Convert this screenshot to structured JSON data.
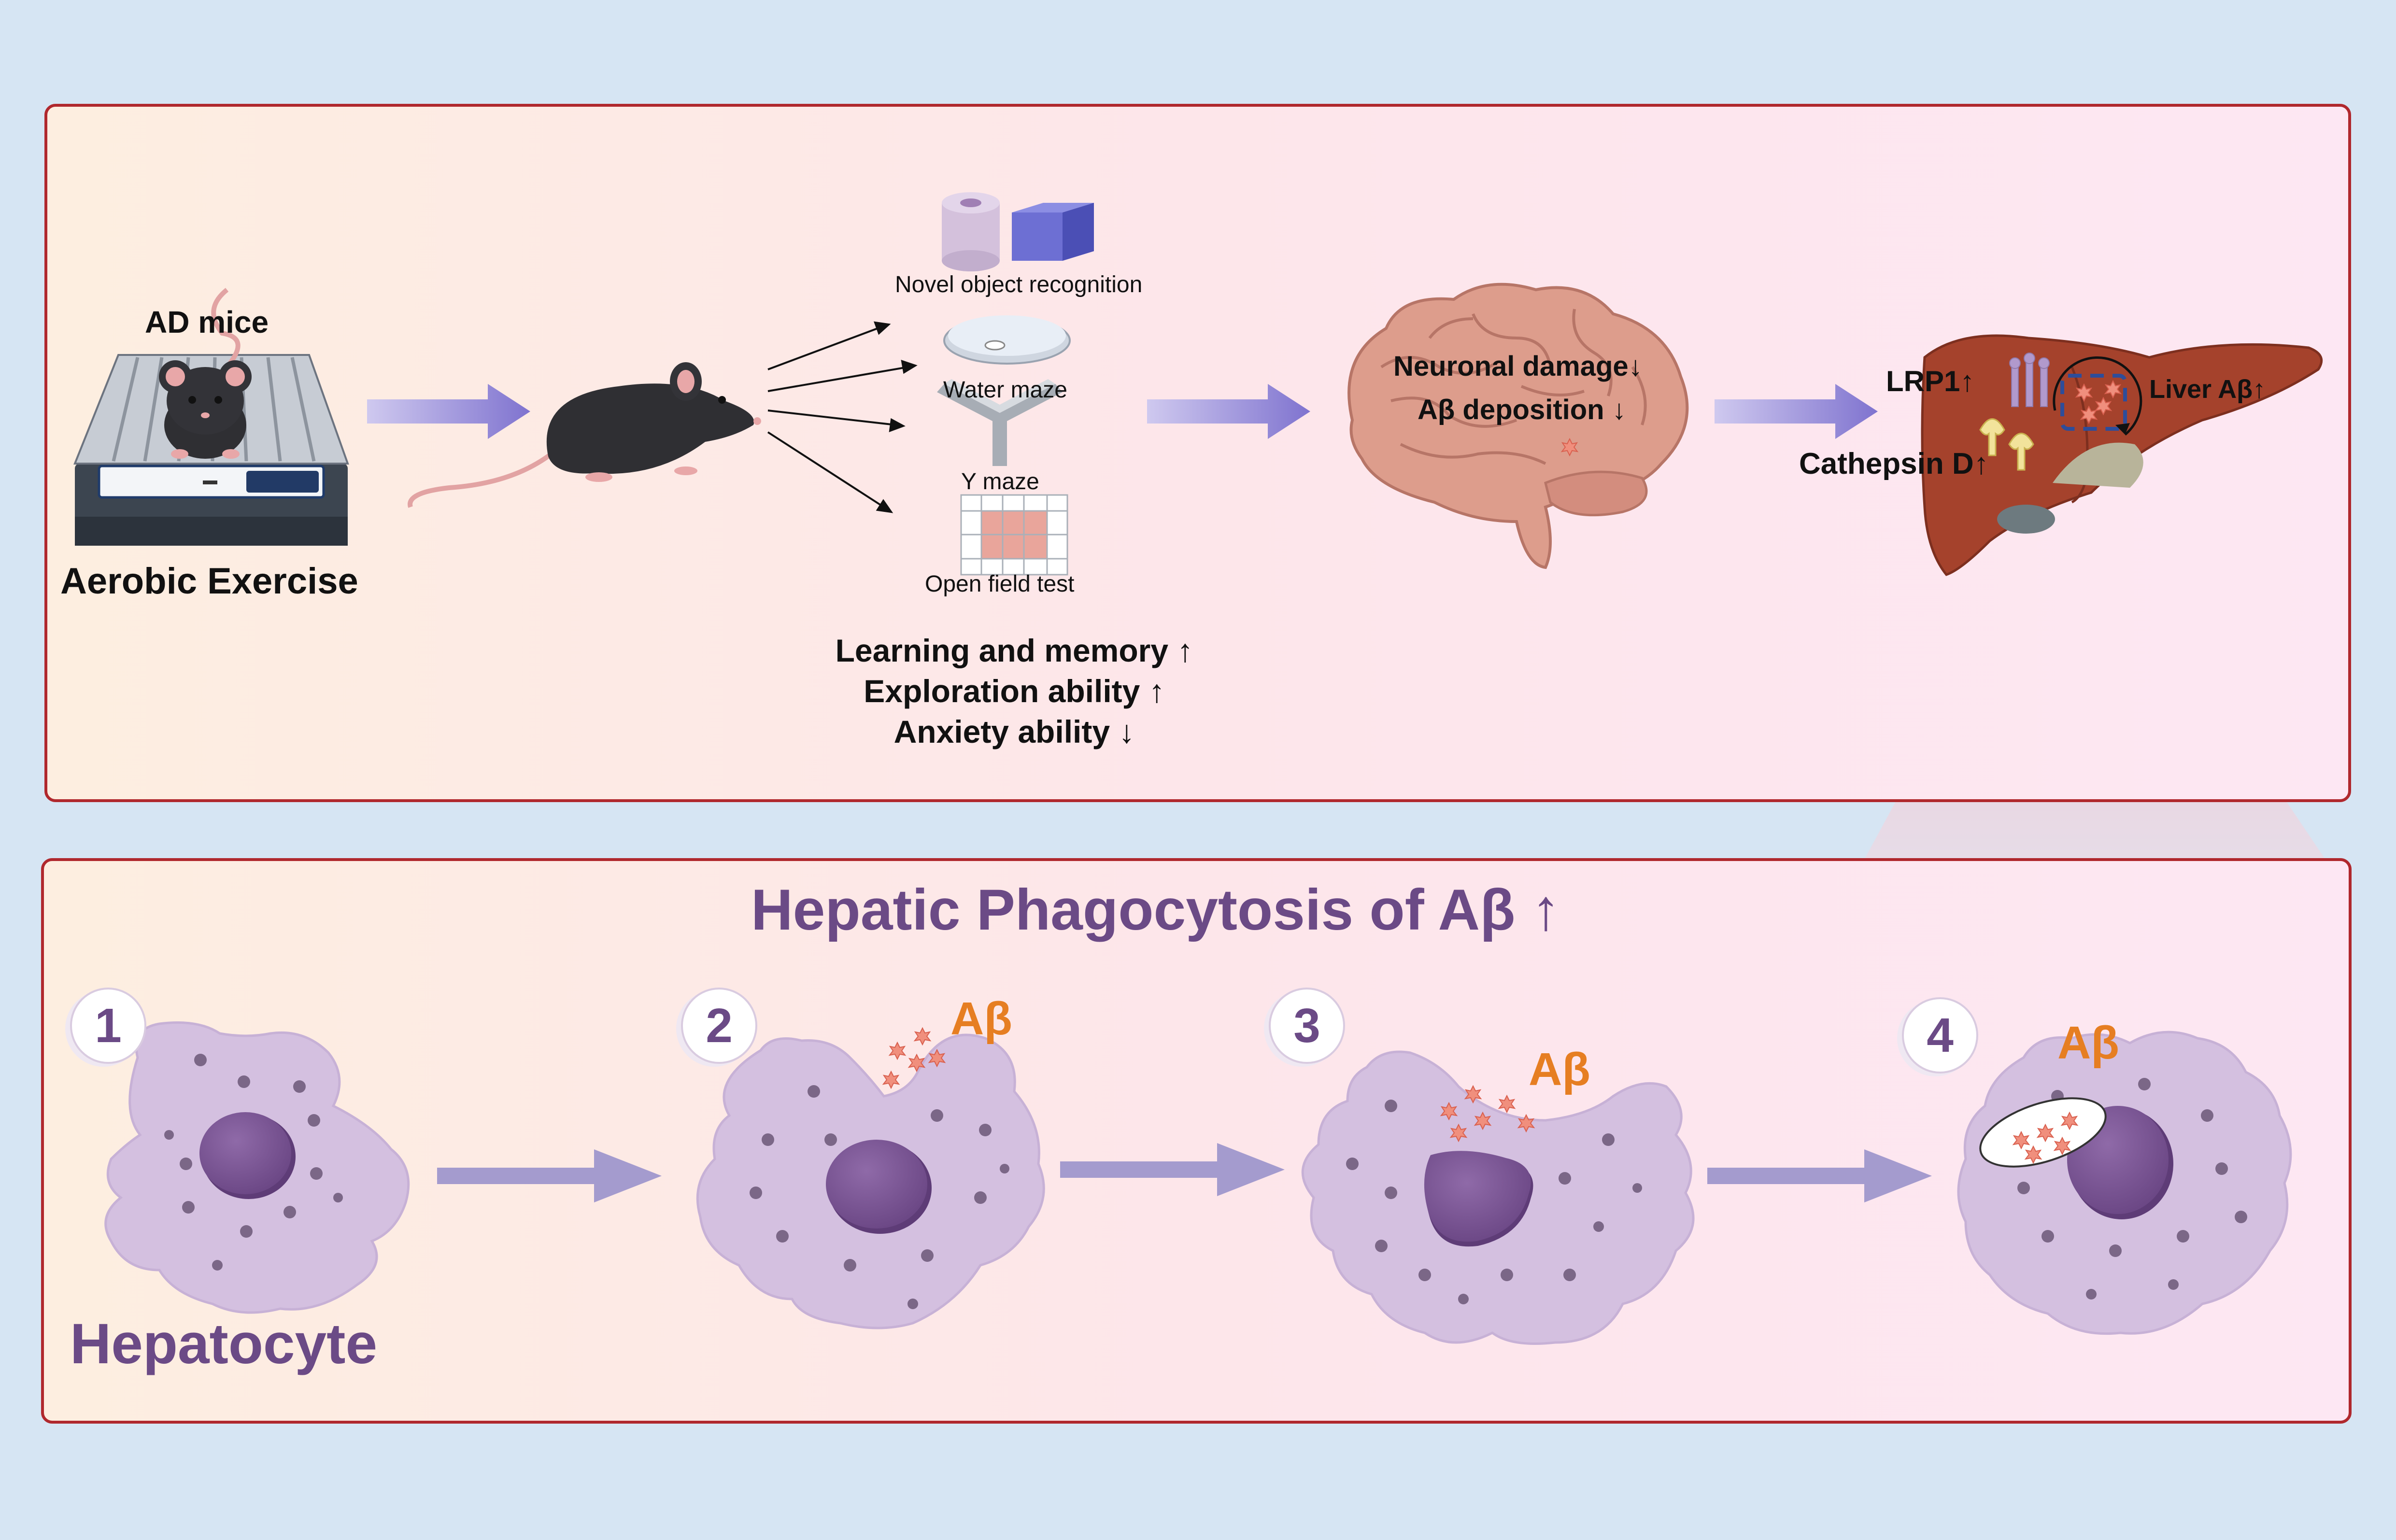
{
  "top_panel": {
    "exercise": {
      "title": "AD mice",
      "caption": "Aerobic Exercise"
    },
    "tests": {
      "novel_object": "Novel object recognition",
      "water_maze": "Water maze",
      "y_maze": "Y maze",
      "open_field": "Open field test"
    },
    "outcomes": [
      "Learning and memory ↑",
      "Exploration ability ↑",
      "Anxiety ability ↓"
    ],
    "brain": {
      "line1": "Neuronal damage↓",
      "line2": "Aβ deposition ↓"
    },
    "liver": {
      "lrp1": "LRP1↑",
      "cathepsin": "Cathepsin D↑",
      "liver_ab": "Liver Aβ↑"
    }
  },
  "bottom_panel": {
    "title": "Hepatic Phagocytosis of Aβ ↑",
    "cell_label": "Hepatocyte",
    "abeta_label": "Aβ",
    "steps": [
      "1",
      "2",
      "3",
      "4"
    ]
  },
  "colors": {
    "background": "#d6e5f3",
    "panel_border": "#b0282d",
    "arrow": "#8f86d6",
    "cell": "#d4c0e0",
    "nucleus": "#7a5592",
    "title_purple": "#6b4a86",
    "abeta_orange": "#e67e22",
    "liver": "#a5422c"
  }
}
